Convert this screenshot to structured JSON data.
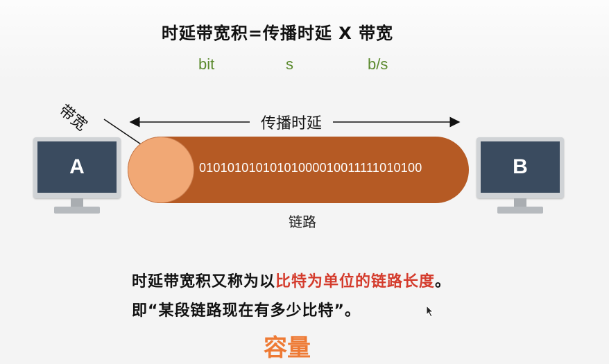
{
  "formula": "时延带宽积=传播时延 X 带宽",
  "units": [
    "bit",
    "s",
    "b/s"
  ],
  "labels": {
    "bandwidth": "带宽",
    "propagation_delay": "传播时延",
    "link": "链路",
    "host_a": "A",
    "host_b": "B",
    "bits": "01010101010101000010011111010100"
  },
  "notes": {
    "line1_prefix": "时延带宽积又称为以",
    "line1_highlight": "比特为单位的链路长度",
    "line1_suffix": "。",
    "line2": "即“某段链路现在有多少比特”。"
  },
  "capacity": "容量",
  "colors": {
    "pipe": "#b55a24",
    "pipe_end": "#f1a875",
    "unit_green": "#5b8a2e",
    "highlight_red": "#d43b2c",
    "capacity_orange": "#ee7a34",
    "screen": "#3a4b5f"
  }
}
